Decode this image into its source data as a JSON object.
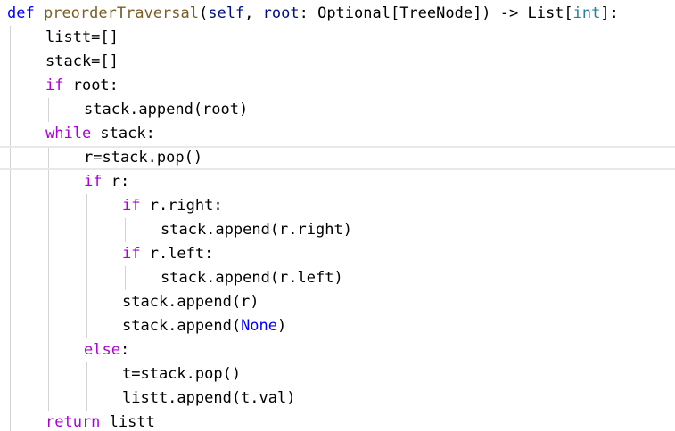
{
  "editor": {
    "language": "python",
    "colors": {
      "background": "#ffffff",
      "keyword": "#0000ff",
      "flow_keyword": "#af00db",
      "function_name": "#795e26",
      "parameter": "#001080",
      "type": "#267f99",
      "constant": "#0000ff",
      "default_text": "#000000",
      "indent_guide": "#d3d3d3",
      "current_line_border": "#e8e8e8"
    },
    "lines": [
      {
        "indent": 0,
        "tokens": [
          {
            "text": "def",
            "kind": "keyword"
          },
          {
            "text": " ",
            "kind": "text"
          },
          {
            "text": "preorderTraversal",
            "kind": "func"
          },
          {
            "text": "(",
            "kind": "text"
          },
          {
            "text": "self",
            "kind": "param"
          },
          {
            "text": ", ",
            "kind": "text"
          },
          {
            "text": "root",
            "kind": "param"
          },
          {
            "text": ": Optional[TreeNode]) -> List[",
            "kind": "text"
          },
          {
            "text": "int",
            "kind": "type"
          },
          {
            "text": "]:",
            "kind": "text"
          }
        ]
      },
      {
        "indent": 1,
        "tokens": [
          {
            "text": "listt=[]",
            "kind": "text"
          }
        ]
      },
      {
        "indent": 1,
        "tokens": [
          {
            "text": "stack=[]",
            "kind": "text"
          }
        ]
      },
      {
        "indent": 1,
        "tokens": [
          {
            "text": "if",
            "kind": "flow"
          },
          {
            "text": " root:",
            "kind": "text"
          }
        ]
      },
      {
        "indent": 2,
        "tokens": [
          {
            "text": "stack.append(root)",
            "kind": "text"
          }
        ]
      },
      {
        "indent": 1,
        "tokens": [
          {
            "text": "while",
            "kind": "flow"
          },
          {
            "text": " stack:",
            "kind": "text"
          }
        ]
      },
      {
        "indent": 2,
        "current": true,
        "tokens": [
          {
            "text": "r=stack.pop()",
            "kind": "text"
          }
        ]
      },
      {
        "indent": 2,
        "tokens": [
          {
            "text": "if",
            "kind": "flow"
          },
          {
            "text": " r:",
            "kind": "text"
          }
        ]
      },
      {
        "indent": 3,
        "tokens": [
          {
            "text": "if",
            "kind": "flow"
          },
          {
            "text": " r.right:",
            "kind": "text"
          }
        ]
      },
      {
        "indent": 4,
        "tokens": [
          {
            "text": "stack.append(r.right)",
            "kind": "text"
          }
        ]
      },
      {
        "indent": 3,
        "tokens": [
          {
            "text": "if",
            "kind": "flow"
          },
          {
            "text": " r.left:",
            "kind": "text"
          }
        ]
      },
      {
        "indent": 4,
        "tokens": [
          {
            "text": "stack.append(r.left)",
            "kind": "text"
          }
        ]
      },
      {
        "indent": 3,
        "tokens": [
          {
            "text": "stack.append(r)",
            "kind": "text"
          }
        ]
      },
      {
        "indent": 3,
        "tokens": [
          {
            "text": "stack.append(",
            "kind": "text"
          },
          {
            "text": "None",
            "kind": "const"
          },
          {
            "text": ")",
            "kind": "text"
          }
        ]
      },
      {
        "indent": 2,
        "tokens": [
          {
            "text": "else",
            "kind": "flow"
          },
          {
            "text": ":",
            "kind": "text"
          }
        ]
      },
      {
        "indent": 3,
        "tokens": [
          {
            "text": "t=stack.pop()",
            "kind": "text"
          }
        ]
      },
      {
        "indent": 3,
        "tokens": [
          {
            "text": "listt.append(t.val)",
            "kind": "text"
          }
        ]
      },
      {
        "indent": 1,
        "tokens": [
          {
            "text": "return",
            "kind": "flow"
          },
          {
            "text": " listt",
            "kind": "text"
          }
        ]
      }
    ]
  }
}
